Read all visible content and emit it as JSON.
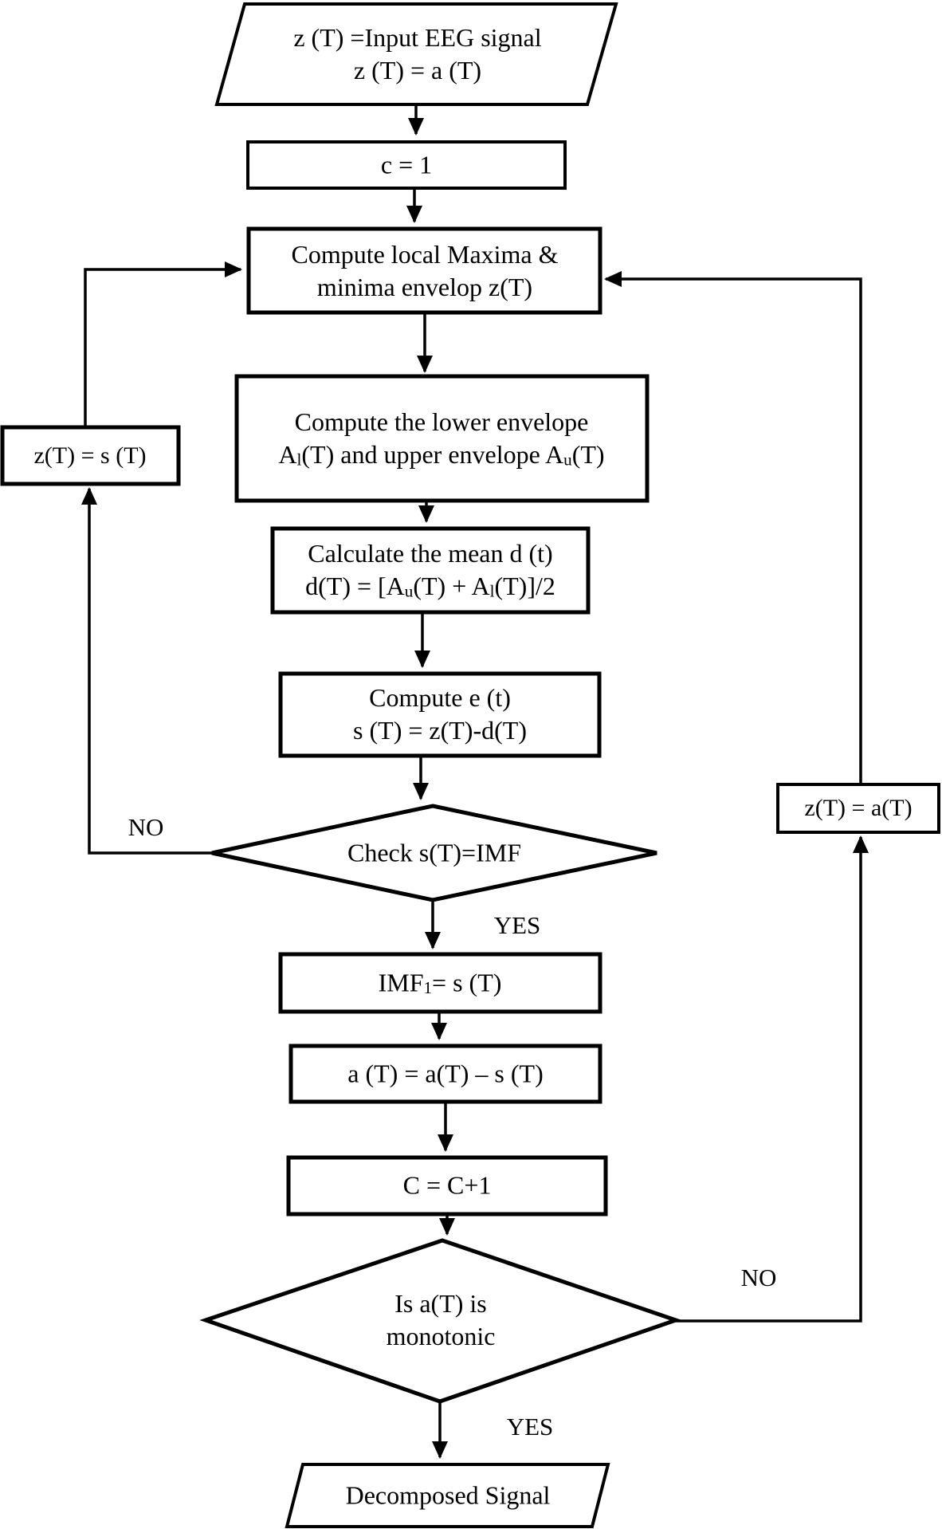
{
  "colors": {
    "stroke": "#000000",
    "background": "#ffffff",
    "text": "#000000"
  },
  "flowchart": {
    "start": {
      "line1": "z (T) =Input EEG signal",
      "line2": "z (T) = a (T)"
    },
    "init": {
      "label": "c = 1"
    },
    "maxima": {
      "line1": "Compute local Maxima &",
      "line2": "minima envelop z(T)"
    },
    "envelope": {
      "line1": "Compute the lower envelope",
      "line2_seg1": "A",
      "line2_sub1": "l",
      "line2_seg2": "(T) and upper envelope A",
      "line2_sub2": "u",
      "line2_seg3": "(T)"
    },
    "mean": {
      "line1": "Calculate the mean d (t)",
      "line2_seg1": "d(T) = [A",
      "line2_sub1": "u",
      "line2_seg2": "(T) + A",
      "line2_sub2": "l",
      "line2_seg3": "(T)]/2"
    },
    "compute_e": {
      "line1": "Compute e (t)",
      "line2": "s (T) = z(T)-d(T)"
    },
    "check_imf": {
      "label": "Check s(T)=IMF",
      "no_label": "NO",
      "yes_label": "YES"
    },
    "set_z_s": {
      "label": "z(T) = s (T)"
    },
    "imf1": {
      "seg1": "IMF",
      "sub1": "1",
      "seg2": "= s (T)"
    },
    "update_a": {
      "label": "a (T) = a(T) – s (T)"
    },
    "increment": {
      "label": "C = C+1"
    },
    "monotonic": {
      "line1": "Is a(T) is",
      "line2": "monotonic",
      "no_label": "NO",
      "yes_label": "YES"
    },
    "set_z_a": {
      "label": "z(T) = a(T)"
    },
    "end": {
      "label": "Decomposed Signal"
    }
  }
}
